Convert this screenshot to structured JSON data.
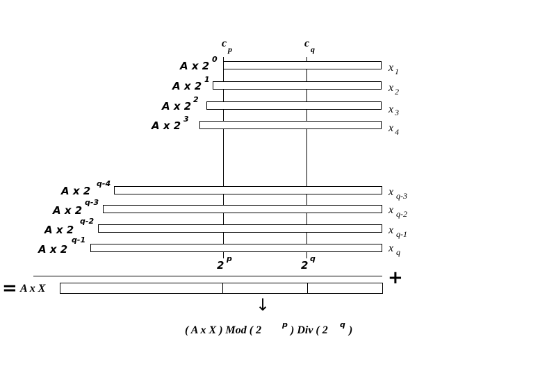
{
  "columns": {
    "cp": {
      "base": "c",
      "sub": "p"
    },
    "cq": {
      "base": "c",
      "sub": "q"
    }
  },
  "top_rows": [
    {
      "label": "A x 2",
      "exp": "0",
      "var": "x",
      "sub": "1"
    },
    {
      "label": "A x 2",
      "exp": "1",
      "var": "x",
      "sub": "2"
    },
    {
      "label": "A x 2",
      "exp": "2",
      "var": "x",
      "sub": "3"
    },
    {
      "label": "A x 2",
      "exp": "3",
      "var": "x",
      "sub": "4"
    }
  ],
  "bottom_rows": [
    {
      "label": "A x 2",
      "exp": "q-4",
      "var": "x",
      "sub": "q-3"
    },
    {
      "label": "A x 2",
      "exp": "q-3",
      "var": "x",
      "sub": "q-2"
    },
    {
      "label": "A x 2",
      "exp": "q-2",
      "var": "x",
      "sub": "q-1"
    },
    {
      "label": "A x 2",
      "exp": "q-1",
      "var": "x",
      "sub": "q"
    }
  ],
  "power_marks": [
    {
      "base": "2",
      "exp": "p"
    },
    {
      "base": "2",
      "exp": "q"
    }
  ],
  "plus_sign": "+",
  "equals_sign": "=",
  "result_label": "A x X",
  "down_arrow": "↓",
  "formula": {
    "part1": "( A x X ) Mod ( 2",
    "exp1": "p",
    "part2": ") Div ( 2",
    "exp2": "q",
    "part3": ")"
  }
}
